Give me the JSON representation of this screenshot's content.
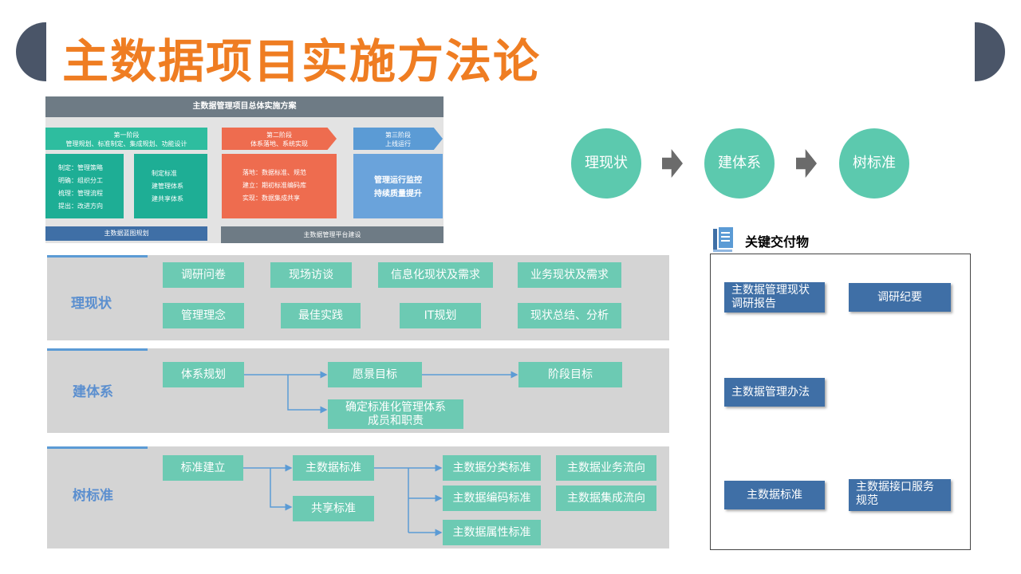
{
  "title": "主数据项目实施方法论",
  "overview": {
    "header": "主数据管理项目总体实施方案",
    "phase1": {
      "line1": "第一阶段",
      "line2": "管理规划、标准制定、集成规划、功能设计"
    },
    "phase2": {
      "line1": "第二阶段",
      "line2": "体系落地、系统实现"
    },
    "phase3": {
      "line1": "第三阶段",
      "line2": "上线运行"
    },
    "green1": [
      "制定：管理策略",
      "明确：组织分工",
      "梳理：管理流程",
      "提出：改进方向"
    ],
    "green2": [
      "制定标准",
      "建管理体系",
      "建共享体系"
    ],
    "red1": [
      "落地：数据标准、规范",
      "建立：期初标准编码库",
      "实现：数据集成共享"
    ],
    "blue1": [
      "管理运行监控",
      "持续质量提升"
    ],
    "bar_left": "主数据蓝图规划",
    "bar_right": "主数据管理平台建设"
  },
  "flow": {
    "step1": "理现状",
    "step2": "建体系",
    "step3": "树标准"
  },
  "section1": {
    "label": "理现状",
    "items": [
      "调研问卷",
      "现场访谈",
      "信息化现状及需求",
      "业务现状及需求",
      "管理理念",
      "最佳实践",
      "IT规划",
      "现状总结、分析"
    ]
  },
  "section2": {
    "label": "建体系",
    "start": "体系规划",
    "vision": "愿景目标",
    "stage": "阶段目标",
    "org_line1": "确定标准化管理体系",
    "org_line2": "成员和职责"
  },
  "section3": {
    "label": "树标准",
    "start": "标准建立",
    "md_standard": "主数据标准",
    "share_standard": "共享标准",
    "class_std": "主数据分类标准",
    "code_std": "主数据编码标准",
    "attr_std": "主数据属性标准",
    "biz_flow": "主数据业务流向",
    "int_flow": "主数据集成流向"
  },
  "deliverables": {
    "title": "关键交付物",
    "item1_line1": "主数据管理现状",
    "item1_line2": "调研报告",
    "item2": "调研纪要",
    "item3": "主数据管理办法",
    "item4": "主数据标准",
    "item5_line1": "主数据接口服务",
    "item5_line2": "规范"
  },
  "colors": {
    "title": "#ef7d22",
    "teal": "#6ccab3",
    "circle": "#5cc9ae",
    "navy": "#3f6fa6"
  }
}
